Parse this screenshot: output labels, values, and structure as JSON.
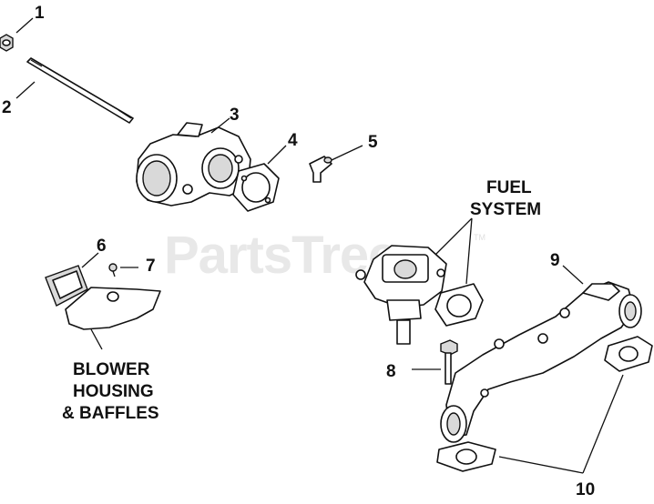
{
  "watermark": {
    "text": "PartsTree",
    "trademark": "TM"
  },
  "callouts": {
    "c1": "1",
    "c2": "2",
    "c3": "3",
    "c4": "4",
    "c5": "5",
    "c6": "6",
    "c7": "7",
    "c8": "8",
    "c9": "9",
    "c10": "10"
  },
  "groups": {
    "fuel_system": [
      "FUEL",
      "SYSTEM"
    ],
    "blower_housing": [
      "BLOWER",
      "HOUSING",
      "& BAFFLES"
    ]
  },
  "colors": {
    "ink": "#111111",
    "shade": "#d9d9d9",
    "watermark": "#e8e8e8",
    "background": "#ffffff"
  }
}
